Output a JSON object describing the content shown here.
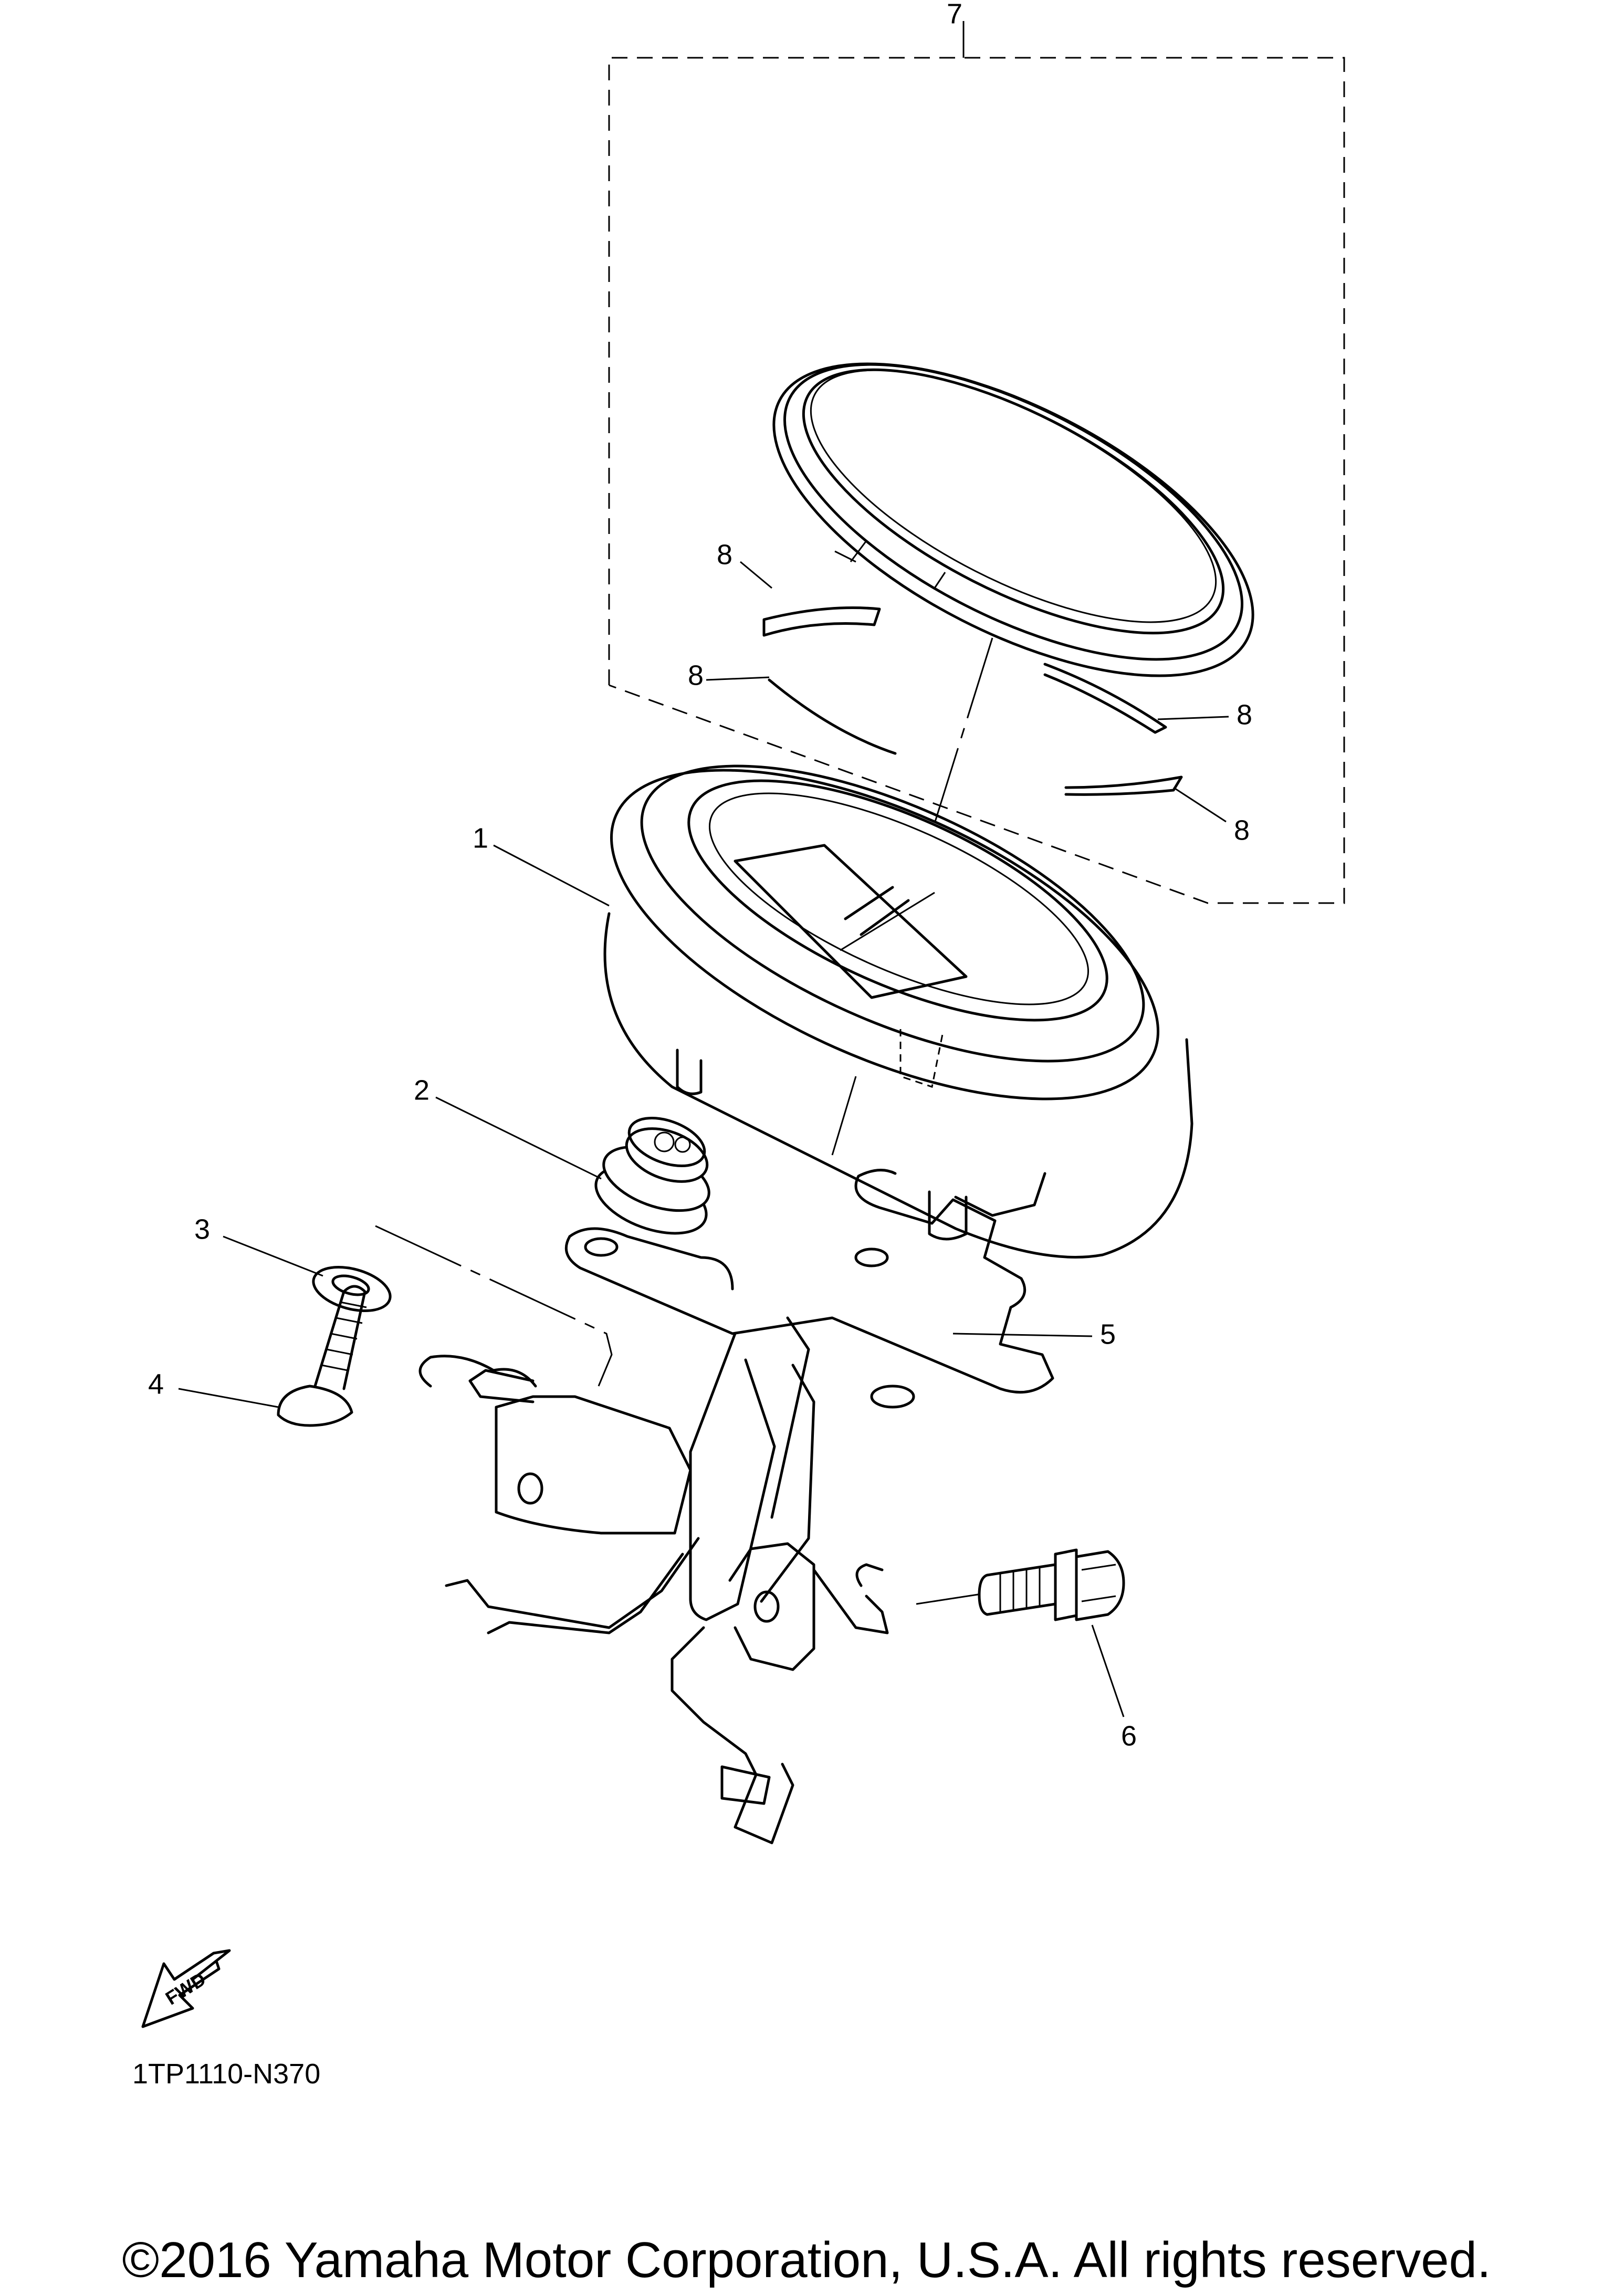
{
  "diagram": {
    "diagram_id": "1TP1110-N370",
    "copyright": "©2016 Yamaha Motor Corporation, U.S.A. All rights reserved.",
    "fwd_label": "FWD",
    "callouts": {
      "c1": "1",
      "c2": "2",
      "c3": "3",
      "c4": "4",
      "c5": "5",
      "c6": "6",
      "c7": "7",
      "c8a": "8",
      "c8b": "8",
      "c8c": "8",
      "c8d": "8"
    },
    "line_color": "#000000",
    "background": "#ffffff"
  }
}
